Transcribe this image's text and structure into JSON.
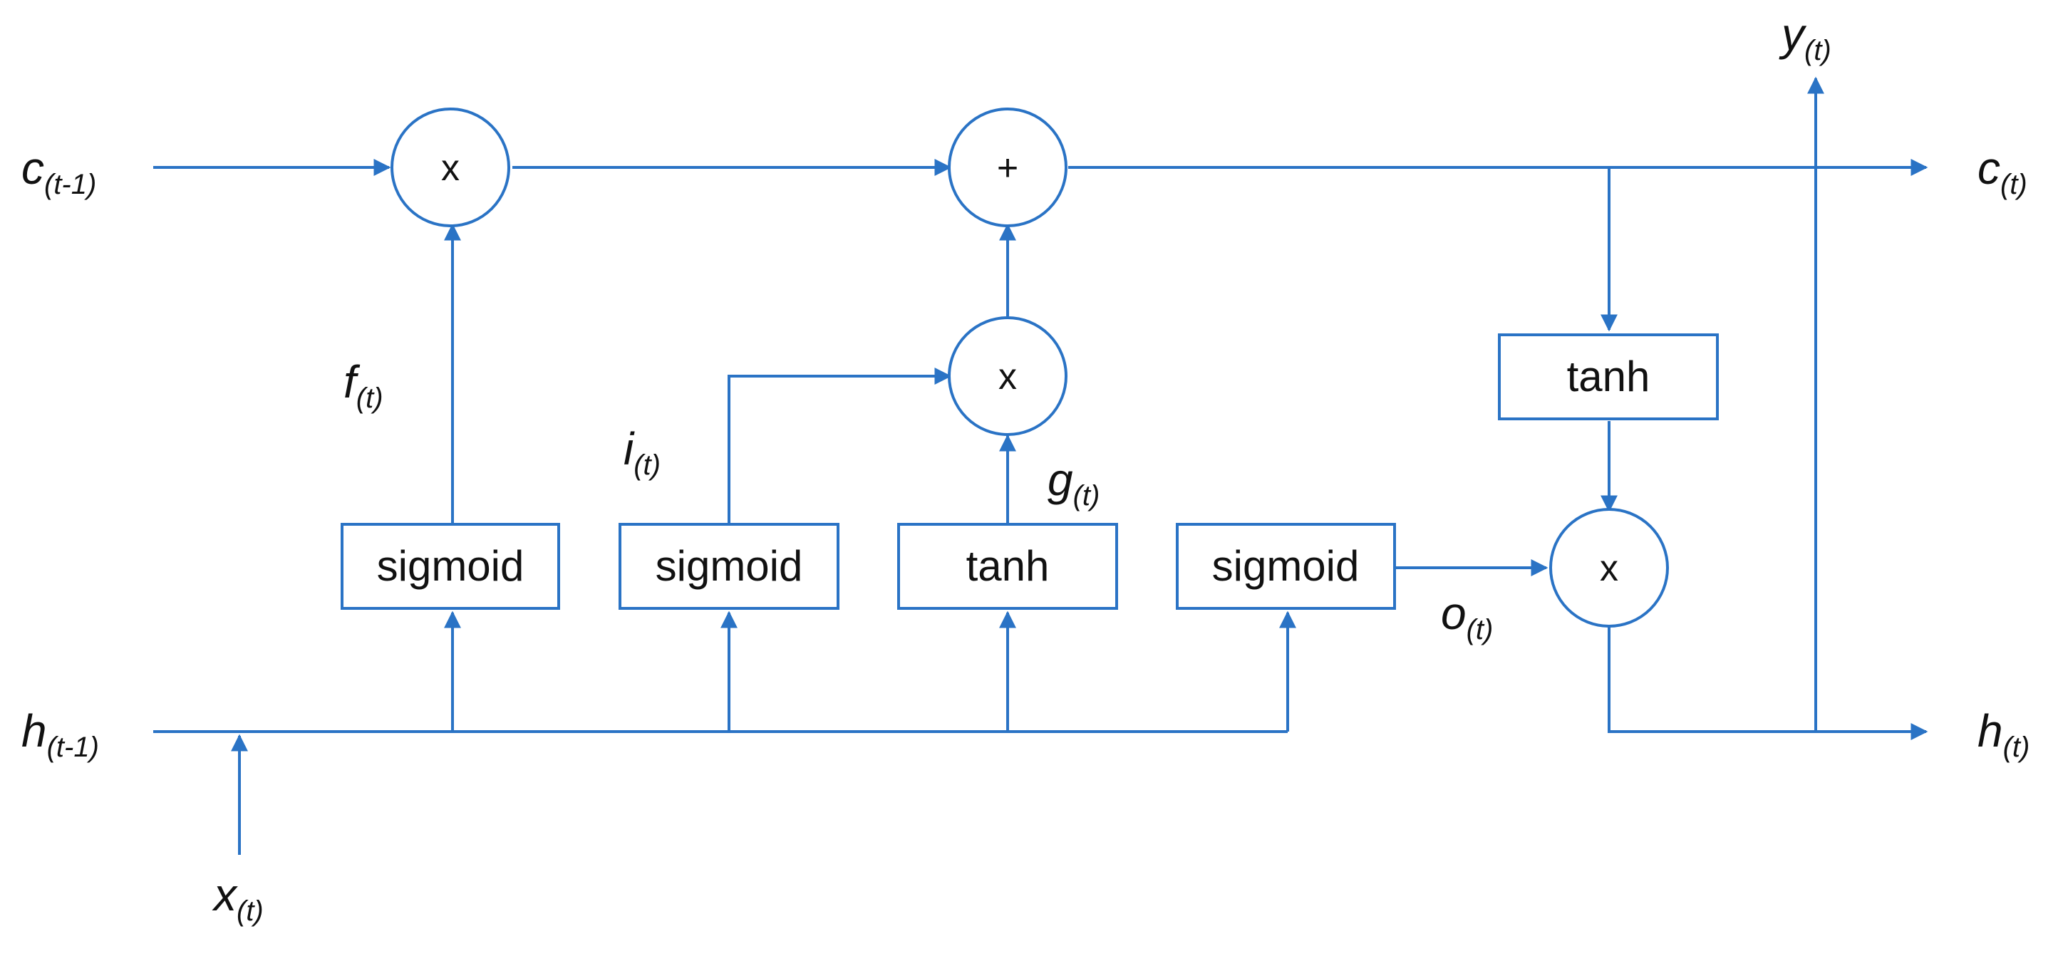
{
  "colors": {
    "line": "#2a73c5",
    "text": "#111111",
    "background": "#ffffff"
  },
  "operators": {
    "forget_multiply": "x",
    "cell_add": "+",
    "input_multiply": "x",
    "output_multiply": "x"
  },
  "boxes": {
    "forget_gate": "sigmoid",
    "input_gate": "sigmoid",
    "candidate": "tanh",
    "output_gate": "sigmoid",
    "cell_tanh": "tanh"
  },
  "variables": {
    "c_prev": {
      "main": "c",
      "sub": "(t-1)"
    },
    "c_next": {
      "main": "c",
      "sub": "(t)"
    },
    "h_prev": {
      "main": "h",
      "sub": "(t-1)"
    },
    "h_next": {
      "main": "h",
      "sub": "(t)"
    },
    "x_in": {
      "main": "x",
      "sub": "(t)"
    },
    "y_out": {
      "main": "y",
      "sub": "(t)"
    },
    "f_gate": {
      "main": "f",
      "sub": "(t)"
    },
    "i_gate": {
      "main": "i",
      "sub": "(t)"
    },
    "g_gate": {
      "main": "g",
      "sub": "(t)"
    },
    "o_gate": {
      "main": "o",
      "sub": "(t)"
    }
  }
}
